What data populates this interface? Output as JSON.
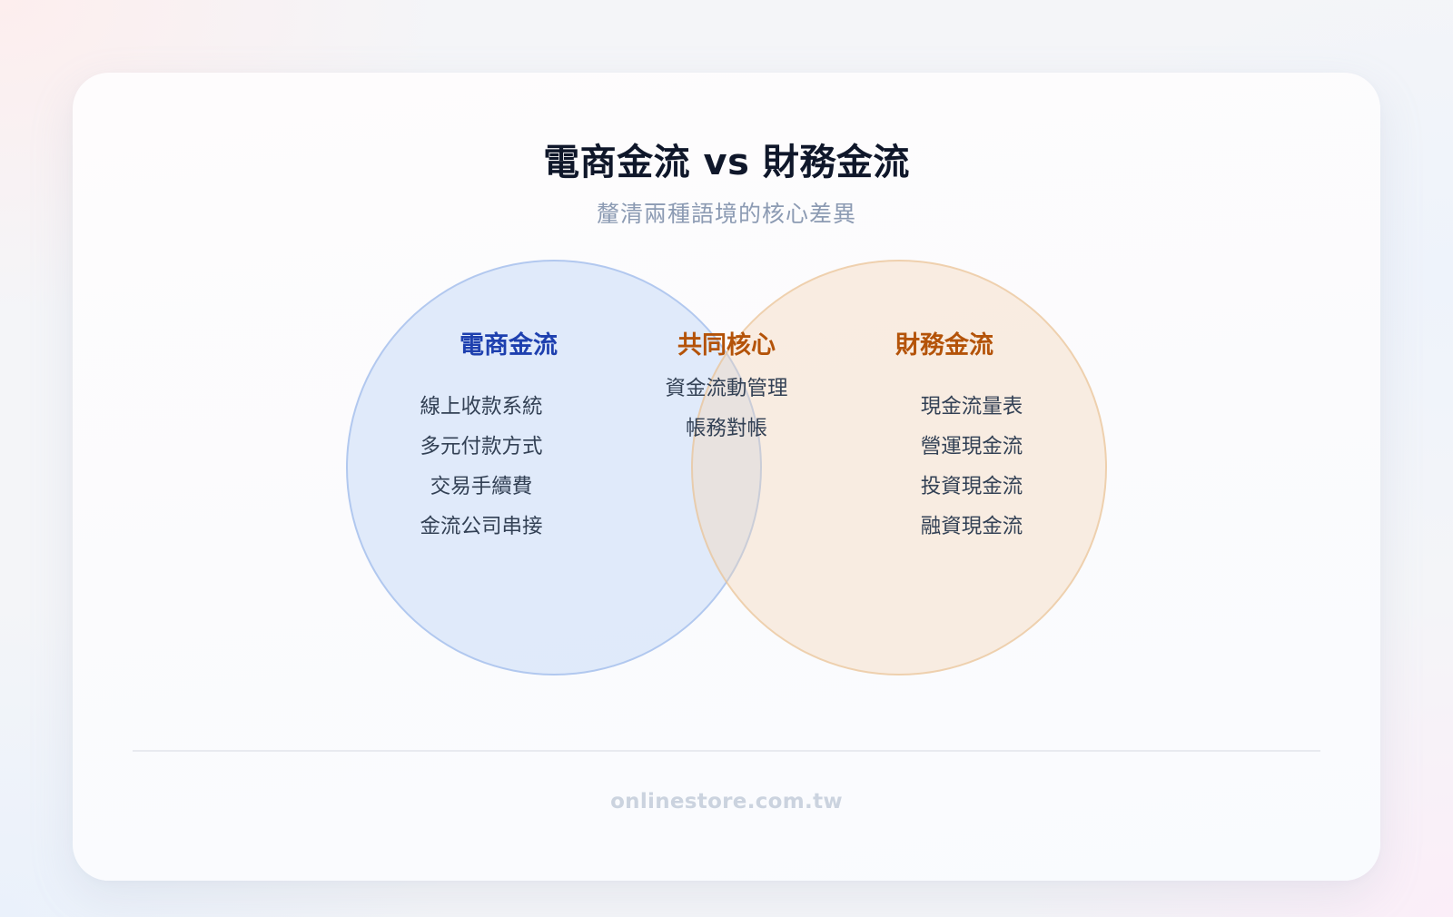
{
  "header": {
    "title": "電商金流 vs 財務金流",
    "subtitle": "釐清兩種語境的核心差異"
  },
  "venn": {
    "left": {
      "title": "電商金流",
      "color": "#1e40af",
      "fill": "#dde7fa",
      "items": [
        "線上收款系統",
        "多元付款方式",
        "交易手續費",
        "金流公司串接"
      ]
    },
    "overlap": {
      "title": "共同核心",
      "color": "#b45309",
      "items": [
        "資金流動管理",
        "帳務對帳"
      ]
    },
    "right": {
      "title": "財務金流",
      "color": "#b45309",
      "fill": "#f6e9dc",
      "items": [
        "現金流量表",
        "營運現金流",
        "投資現金流",
        "融資現金流"
      ]
    }
  },
  "footer": {
    "site": "onlinestore.com.tw"
  }
}
